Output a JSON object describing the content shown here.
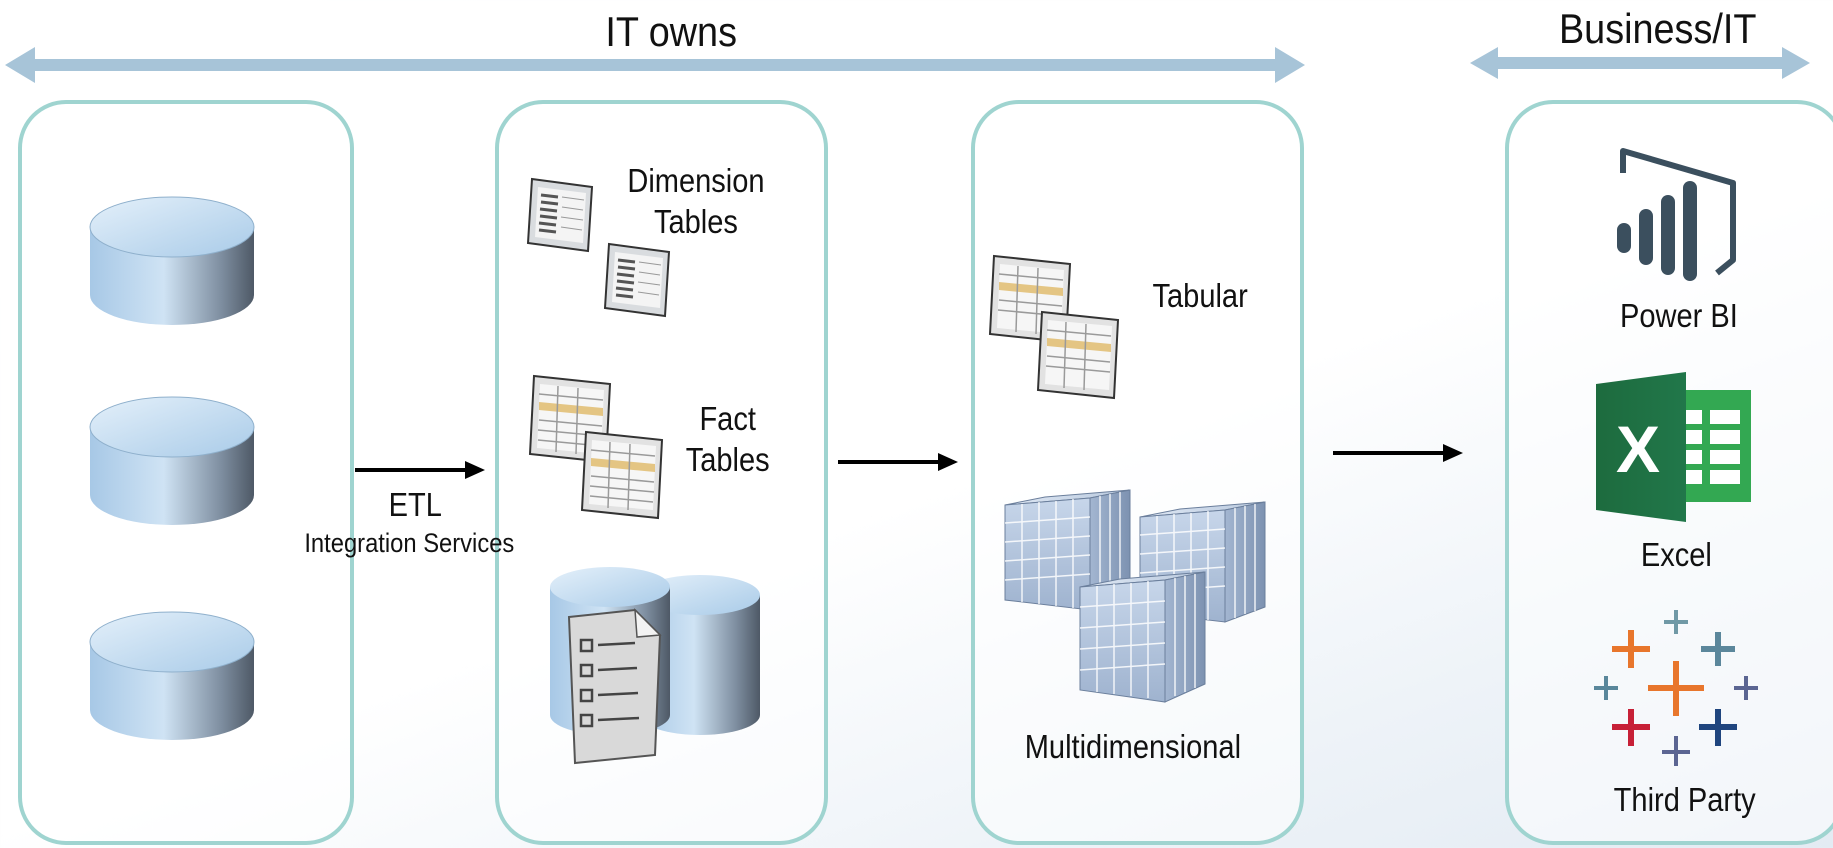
{
  "header": {
    "left_label": "IT owns",
    "right_label": "Business/IT"
  },
  "etl": {
    "label": "ETL",
    "sublabel": "Integration Services"
  },
  "warehouse": {
    "dimension_tables": [
      "Dimension",
      "Tables"
    ],
    "fact_tables": [
      "Fact",
      "Tables"
    ]
  },
  "models": {
    "tabular": "Tabular",
    "multidimensional": "Multidimensional"
  },
  "clients": {
    "power_bi": "Power BI",
    "excel": "Excel",
    "third_party": "Third Party"
  },
  "icons": {
    "excel_letter": "X"
  },
  "colors": {
    "panel_border": "#9fd4d0",
    "banner_arrow": "#a7c4d8",
    "excel_green": "#1f7244",
    "powerbi_slate": "#3b4f5e"
  }
}
